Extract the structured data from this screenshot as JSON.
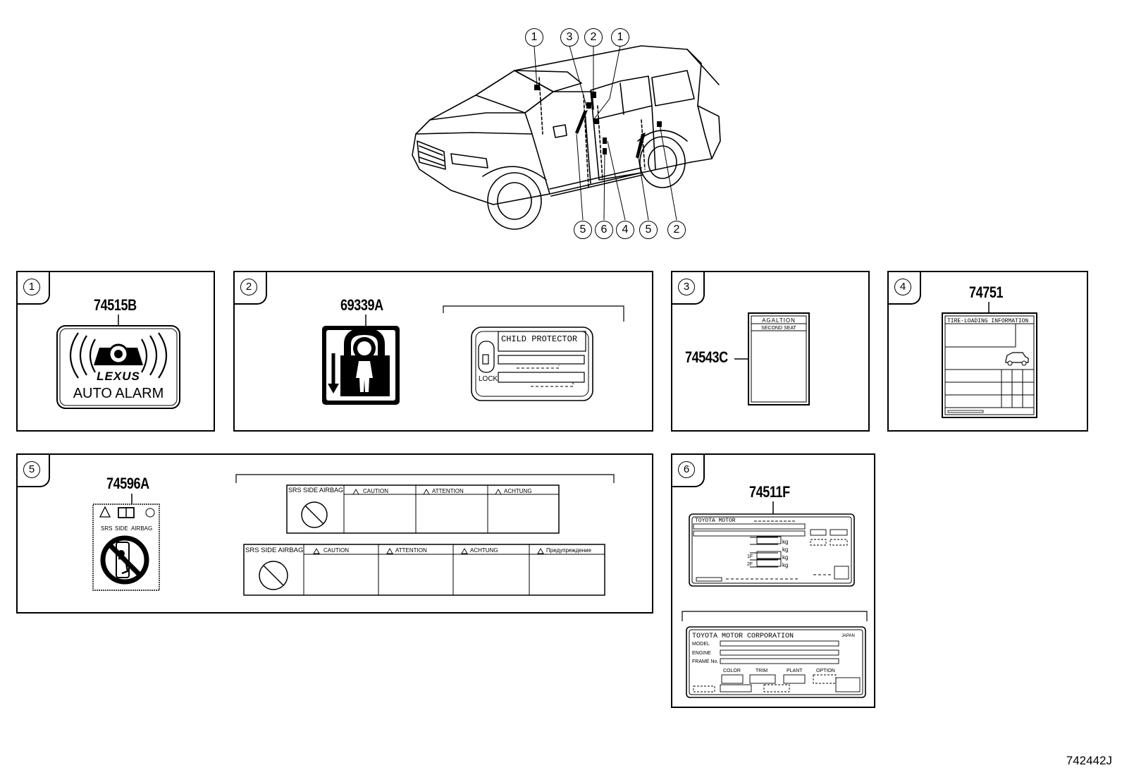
{
  "diagram_ref": "742442J",
  "vehicle_callouts": {
    "top": [
      "1",
      "3",
      "2",
      "1"
    ],
    "bottom": [
      "5",
      "6",
      "4",
      "5",
      "2"
    ]
  },
  "panels": {
    "p1": {
      "index": "1",
      "part": "74515B",
      "label_brand": "LEXUS",
      "label_text": "AUTO ALARM"
    },
    "p2": {
      "index": "2",
      "part": "69339A",
      "child_protector": "CHILD PROTECTOR",
      "lock": "LOCK"
    },
    "p3": {
      "index": "3",
      "part": "74543C",
      "caution_head": "AGALTION",
      "caution_sub": "SECOND SEAT"
    },
    "p4": {
      "index": "4",
      "part": "74751",
      "title": "TIRE-LOADING  INFORMATION"
    },
    "p5": {
      "index": "5",
      "part": "74596A",
      "srs_caption": [
        "SRS",
        "SIDE",
        "AIRBAG"
      ],
      "label_a": {
        "head": "SRS SIDE AIRBAG",
        "cols": [
          "CAUTION",
          "ATTENTION",
          "ACHTUNG"
        ]
      },
      "label_b": {
        "head": "SRS SIDE AIRBAG",
        "cols": [
          "CAUTION",
          "ATTENTION",
          "ACHTUNG",
          "Предупреждение"
        ]
      }
    },
    "p6": {
      "index": "6",
      "part": "74511F",
      "plate_a": {
        "title": "TOYOTA MOTOR",
        "units": [
          "kg",
          "kg",
          "kg",
          "kg"
        ],
        "axle_marks": [
          "1F",
          "2F"
        ]
      },
      "plate_b": {
        "title": "TOYOTA  MOTOR  CORPORATION",
        "country": "JAPAN",
        "rows": [
          "MODEL",
          "ENGINE",
          "FRAME No."
        ],
        "fields": [
          "COLOR",
          "TRIM",
          "PLANT",
          "OPTION"
        ]
      }
    }
  }
}
